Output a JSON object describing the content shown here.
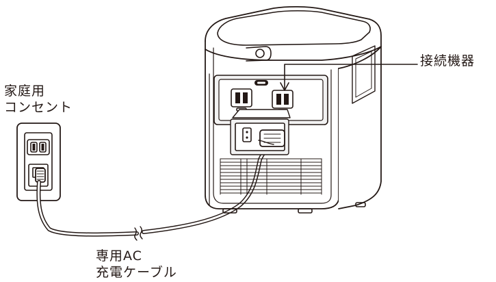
{
  "labels": {
    "wall_outlet": [
      "家庭用",
      "コンセント"
    ],
    "connected_device": "接続機器",
    "ac_cable": [
      "専用AC",
      "充電ケーブル"
    ]
  },
  "colors": {
    "line": "#231815",
    "body_fill": "#ffffff",
    "panel_fill": "#f2f2f2"
  }
}
